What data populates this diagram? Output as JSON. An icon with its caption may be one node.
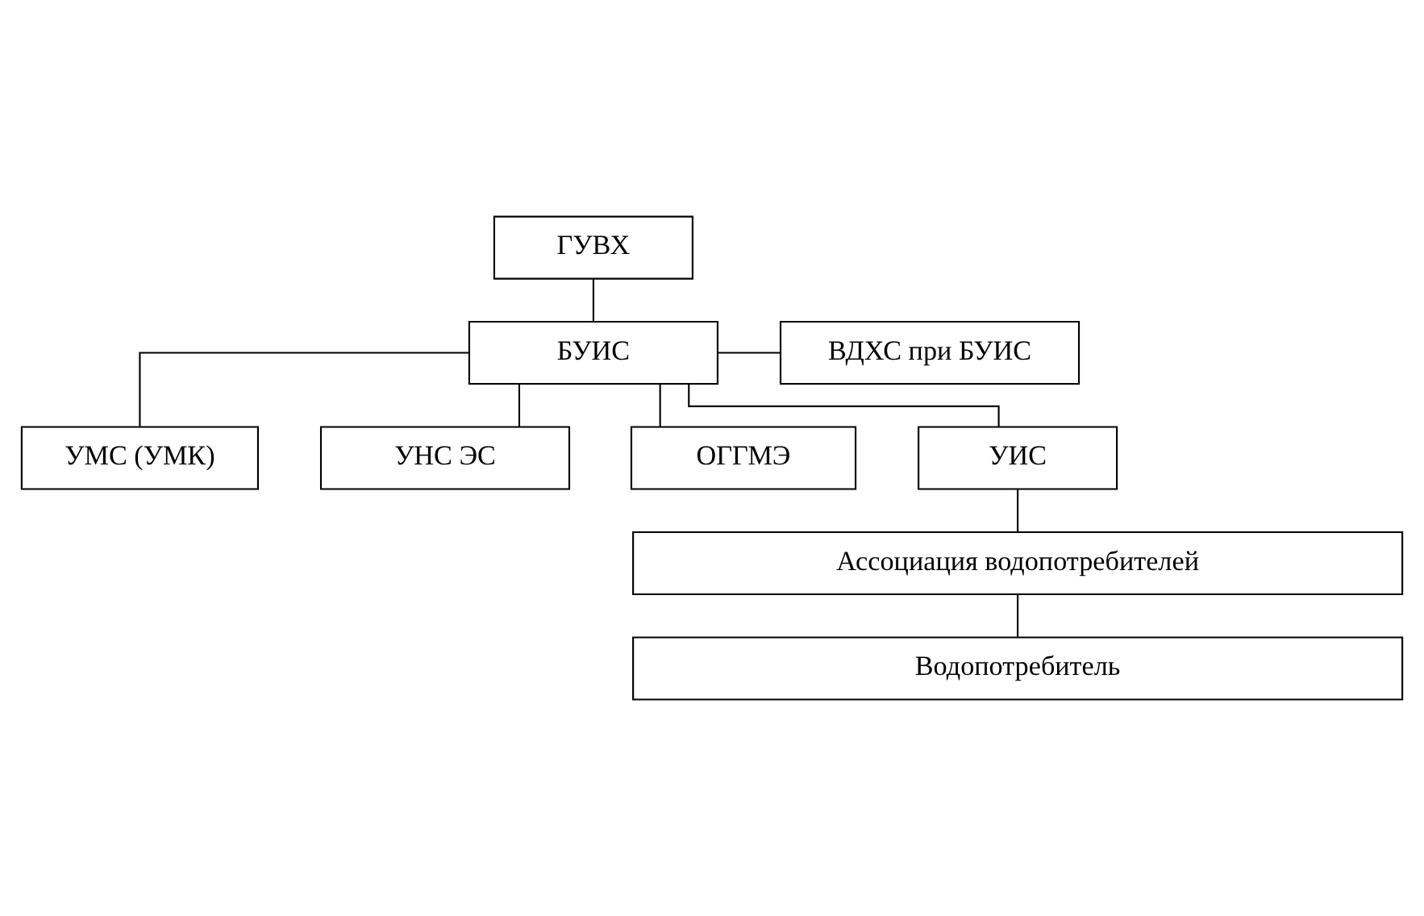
{
  "diagram": {
    "nodes": [
      {
        "text": [
          "ГУВХ"
        ]
      },
      {
        "text": [
          "БУИС"
        ]
      },
      {
        "text": [
          "ВДХС при БУИС"
        ]
      },
      {
        "text": [
          "УМС (УМК)"
        ]
      },
      {
        "text": [
          "УНС ЭС"
        ]
      },
      {
        "text": [
          "ОГГМЭ"
        ]
      },
      {
        "text": [
          "УИС"
        ]
      },
      {
        "text": [
          "Ассоциация водопотребителей"
        ]
      },
      {
        "text": [
          "Водопотребитель"
        ]
      }
    ],
    "edges": [
      {
        "from": 0,
        "to": 1,
        "arrow": "none"
      },
      {
        "from": 1,
        "to": 2,
        "arrow": "none"
      },
      {
        "from": 1,
        "to": 3,
        "arrow": "none"
      },
      {
        "from": 1,
        "to": 4,
        "arrow": "none"
      },
      {
        "from": 1,
        "to": 5,
        "arrow": "none"
      },
      {
        "from": 1,
        "to": 6,
        "arrow": "none"
      },
      {
        "from": 6,
        "to": 7,
        "arrow": "none"
      },
      {
        "from": 7,
        "to": 8,
        "arrow": "none"
      }
    ]
  }
}
